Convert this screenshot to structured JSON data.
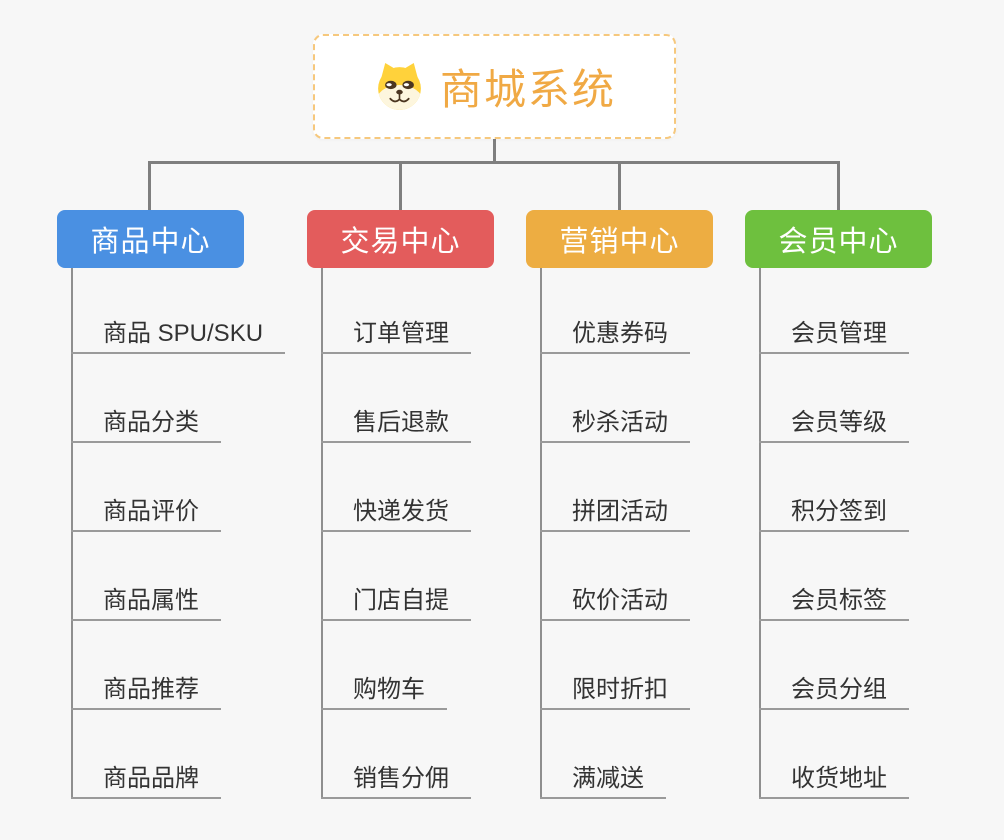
{
  "canvas": {
    "background_color": "#f7f7f7",
    "connector_color": "#7f7f7f",
    "leaf_line_color": "#8f8f8f",
    "leaf_underline_color": "#9a9a9a",
    "leaf_text_color": "#333333"
  },
  "root": {
    "title": "商城系统",
    "icon": "dog-face-icon",
    "title_color": "#f0a944",
    "border_color": "#f6c87d",
    "background": "#ffffff"
  },
  "branches": [
    {
      "label": "商品中心",
      "color": "#4a90e2",
      "children": [
        "商品 SPU/SKU",
        "商品分类",
        "商品评价",
        "商品属性",
        "商品推荐",
        "商品品牌"
      ]
    },
    {
      "label": "交易中心",
      "color": "#e35c5c",
      "children": [
        "订单管理",
        "售后退款",
        "快递发货",
        "门店自提",
        "购物车",
        "销售分佣"
      ]
    },
    {
      "label": "营销中心",
      "color": "#edad42",
      "children": [
        "优惠券码",
        "秒杀活动",
        "拼团活动",
        "砍价活动",
        "限时折扣",
        "满减送"
      ]
    },
    {
      "label": "会员中心",
      "color": "#6ec03e",
      "children": [
        "会员管理",
        "会员等级",
        "积分签到",
        "会员标签",
        "会员分组",
        "收货地址"
      ]
    }
  ]
}
